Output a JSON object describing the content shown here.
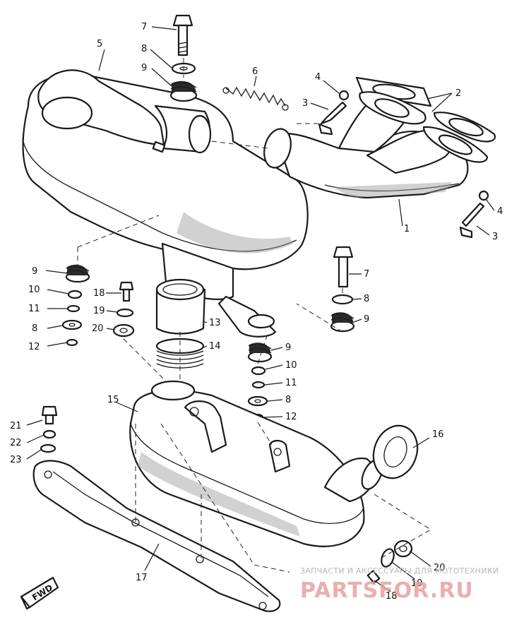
{
  "diagram": {
    "callouts": {
      "c1": "1",
      "c2": "2",
      "c3a": "3",
      "c3b": "3",
      "c4a": "4",
      "c4b": "4",
      "c5": "5",
      "c6": "6",
      "c7a": "7",
      "c7b": "7",
      "c8a": "8",
      "c8b": "8",
      "c8c": "8",
      "c8d": "8",
      "c9a": "9",
      "c9b": "9",
      "c9c": "9",
      "c9d": "9",
      "c10a": "10",
      "c10b": "10",
      "c11a": "11",
      "c11b": "11",
      "c12a": "12",
      "c12b": "12",
      "c13": "13",
      "c14": "14",
      "c15": "15",
      "c16": "16",
      "c17": "17",
      "c18a": "18",
      "c18b": "18",
      "c19a": "19",
      "c19b": "19",
      "c20a": "20",
      "c20b": "20",
      "c21": "21",
      "c22": "22",
      "c23": "23"
    },
    "fwd_label": "FWD"
  },
  "watermark": {
    "top_text": "ЗАПЧАСТИ И АКСЕССУАРЫ ДЛЯ МОТОТЕХНИКИ",
    "brand": "PARTSFOR.RU"
  },
  "colors": {
    "line": "#1a1a1a",
    "watermark_brand": "#e8a0a0",
    "watermark_text": "#b8b8b8"
  }
}
